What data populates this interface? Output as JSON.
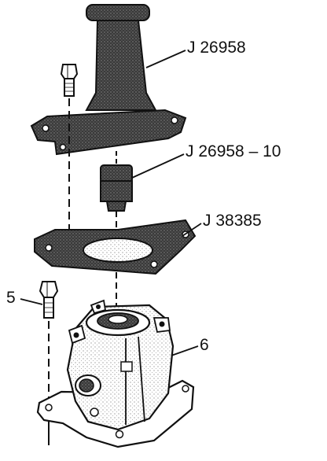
{
  "labels": {
    "j26958": "J 26958",
    "j26958_10": "J 26958 – 10",
    "j38385": "J 38385",
    "item5": "5",
    "item6": "6"
  },
  "colors": {
    "ink": "#111111",
    "dark_fill": "#2b2b2b",
    "mid_fill": "#555555",
    "light_fill": "#cfcfcf",
    "background": "#ffffff"
  }
}
